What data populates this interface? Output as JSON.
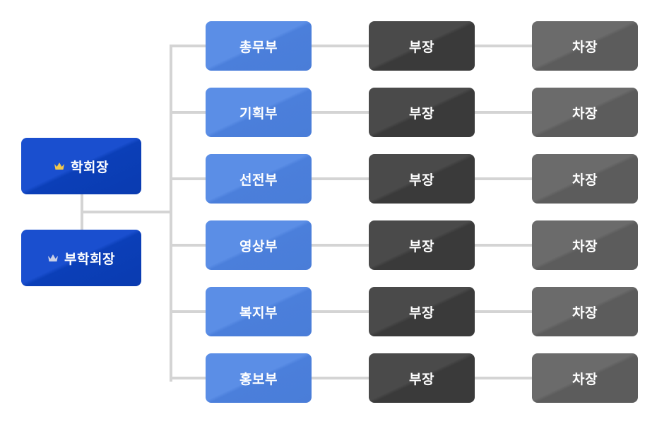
{
  "leaders": [
    {
      "title": "학회장",
      "icon": "crown-icon",
      "crown_color": "#f2c84b"
    },
    {
      "title": "부학회장",
      "icon": "crown-icon",
      "crown_color": "#c9cfe6"
    }
  ],
  "departments": [
    {
      "name": "총무부",
      "head": "부장",
      "deputy": "차장"
    },
    {
      "name": "기획부",
      "head": "부장",
      "deputy": "차장"
    },
    {
      "name": "선전부",
      "head": "부장",
      "deputy": "차장"
    },
    {
      "name": "영상부",
      "head": "부장",
      "deputy": "차장"
    },
    {
      "name": "복지부",
      "head": "부장",
      "deputy": "차장"
    },
    {
      "name": "홍보부",
      "head": "부장",
      "deputy": "차장"
    }
  ],
  "colors": {
    "leader": "#1a4fcf",
    "department": "#5b8ee6",
    "head": "#4a4a4a",
    "deputy": "#6b6b6b",
    "connector": "#d4d4d4"
  }
}
